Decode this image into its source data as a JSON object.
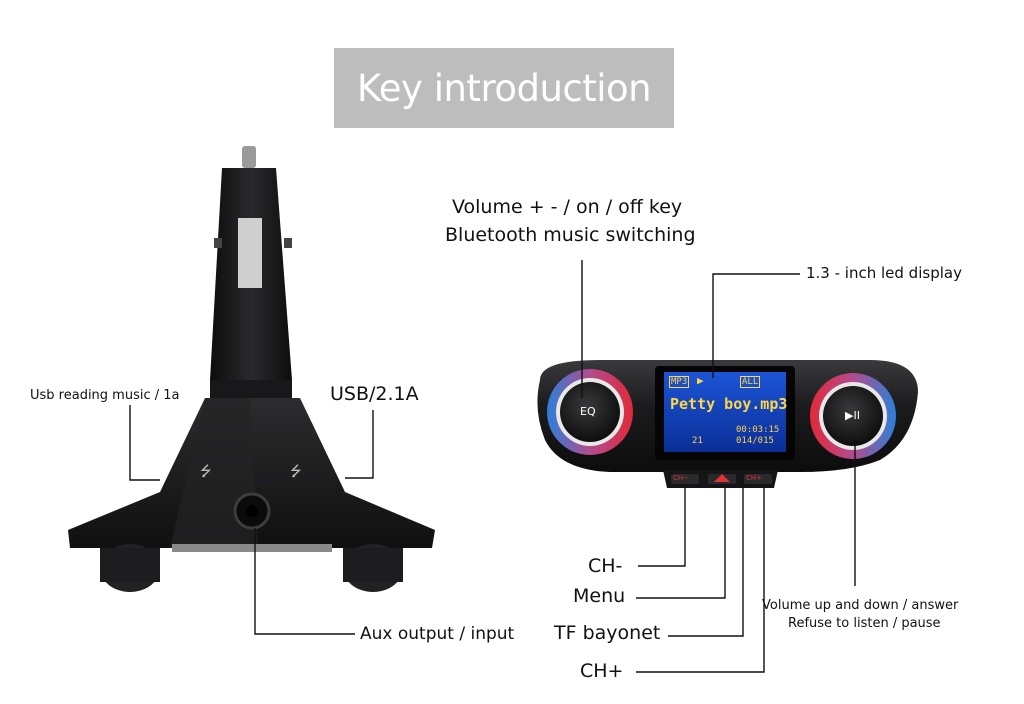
{
  "title": "Key introduction",
  "labels": {
    "usb_reading": "Usb reading music / 1a",
    "usb_port": "USB/2.1A",
    "aux": "Aux output / input",
    "volume_line1": "Volume + - / on / off key",
    "volume_line2": "Bluetooth music switching",
    "led_display": "1.3 - inch led display",
    "ch_minus": "CH-",
    "menu": "Menu",
    "tf_bayonet": "TF bayonet",
    "ch_plus": "CH+",
    "volume_answer_line1": "Volume up and down / answer",
    "volume_answer_line2": "Refuse to listen / pause"
  },
  "device_screen": {
    "mode": "MP3",
    "repeat": "ALL",
    "song": "Petty boy.mp3",
    "track_num": "21",
    "time": "00:03:15",
    "track_count": "014/015"
  },
  "knob_labels": {
    "left": "EQ",
    "right": "▶II"
  },
  "button_labels": {
    "ch_minus": "CH−",
    "ch_plus": "CH+"
  },
  "colors": {
    "device_body": "#1b1b1d",
    "screen_bg": "#0e3fb8",
    "screen_text": "#ffd54a",
    "ring_red": "#e02a3a",
    "ring_blue": "#2d7fd8",
    "title_bg": "#bdbdbd"
  }
}
